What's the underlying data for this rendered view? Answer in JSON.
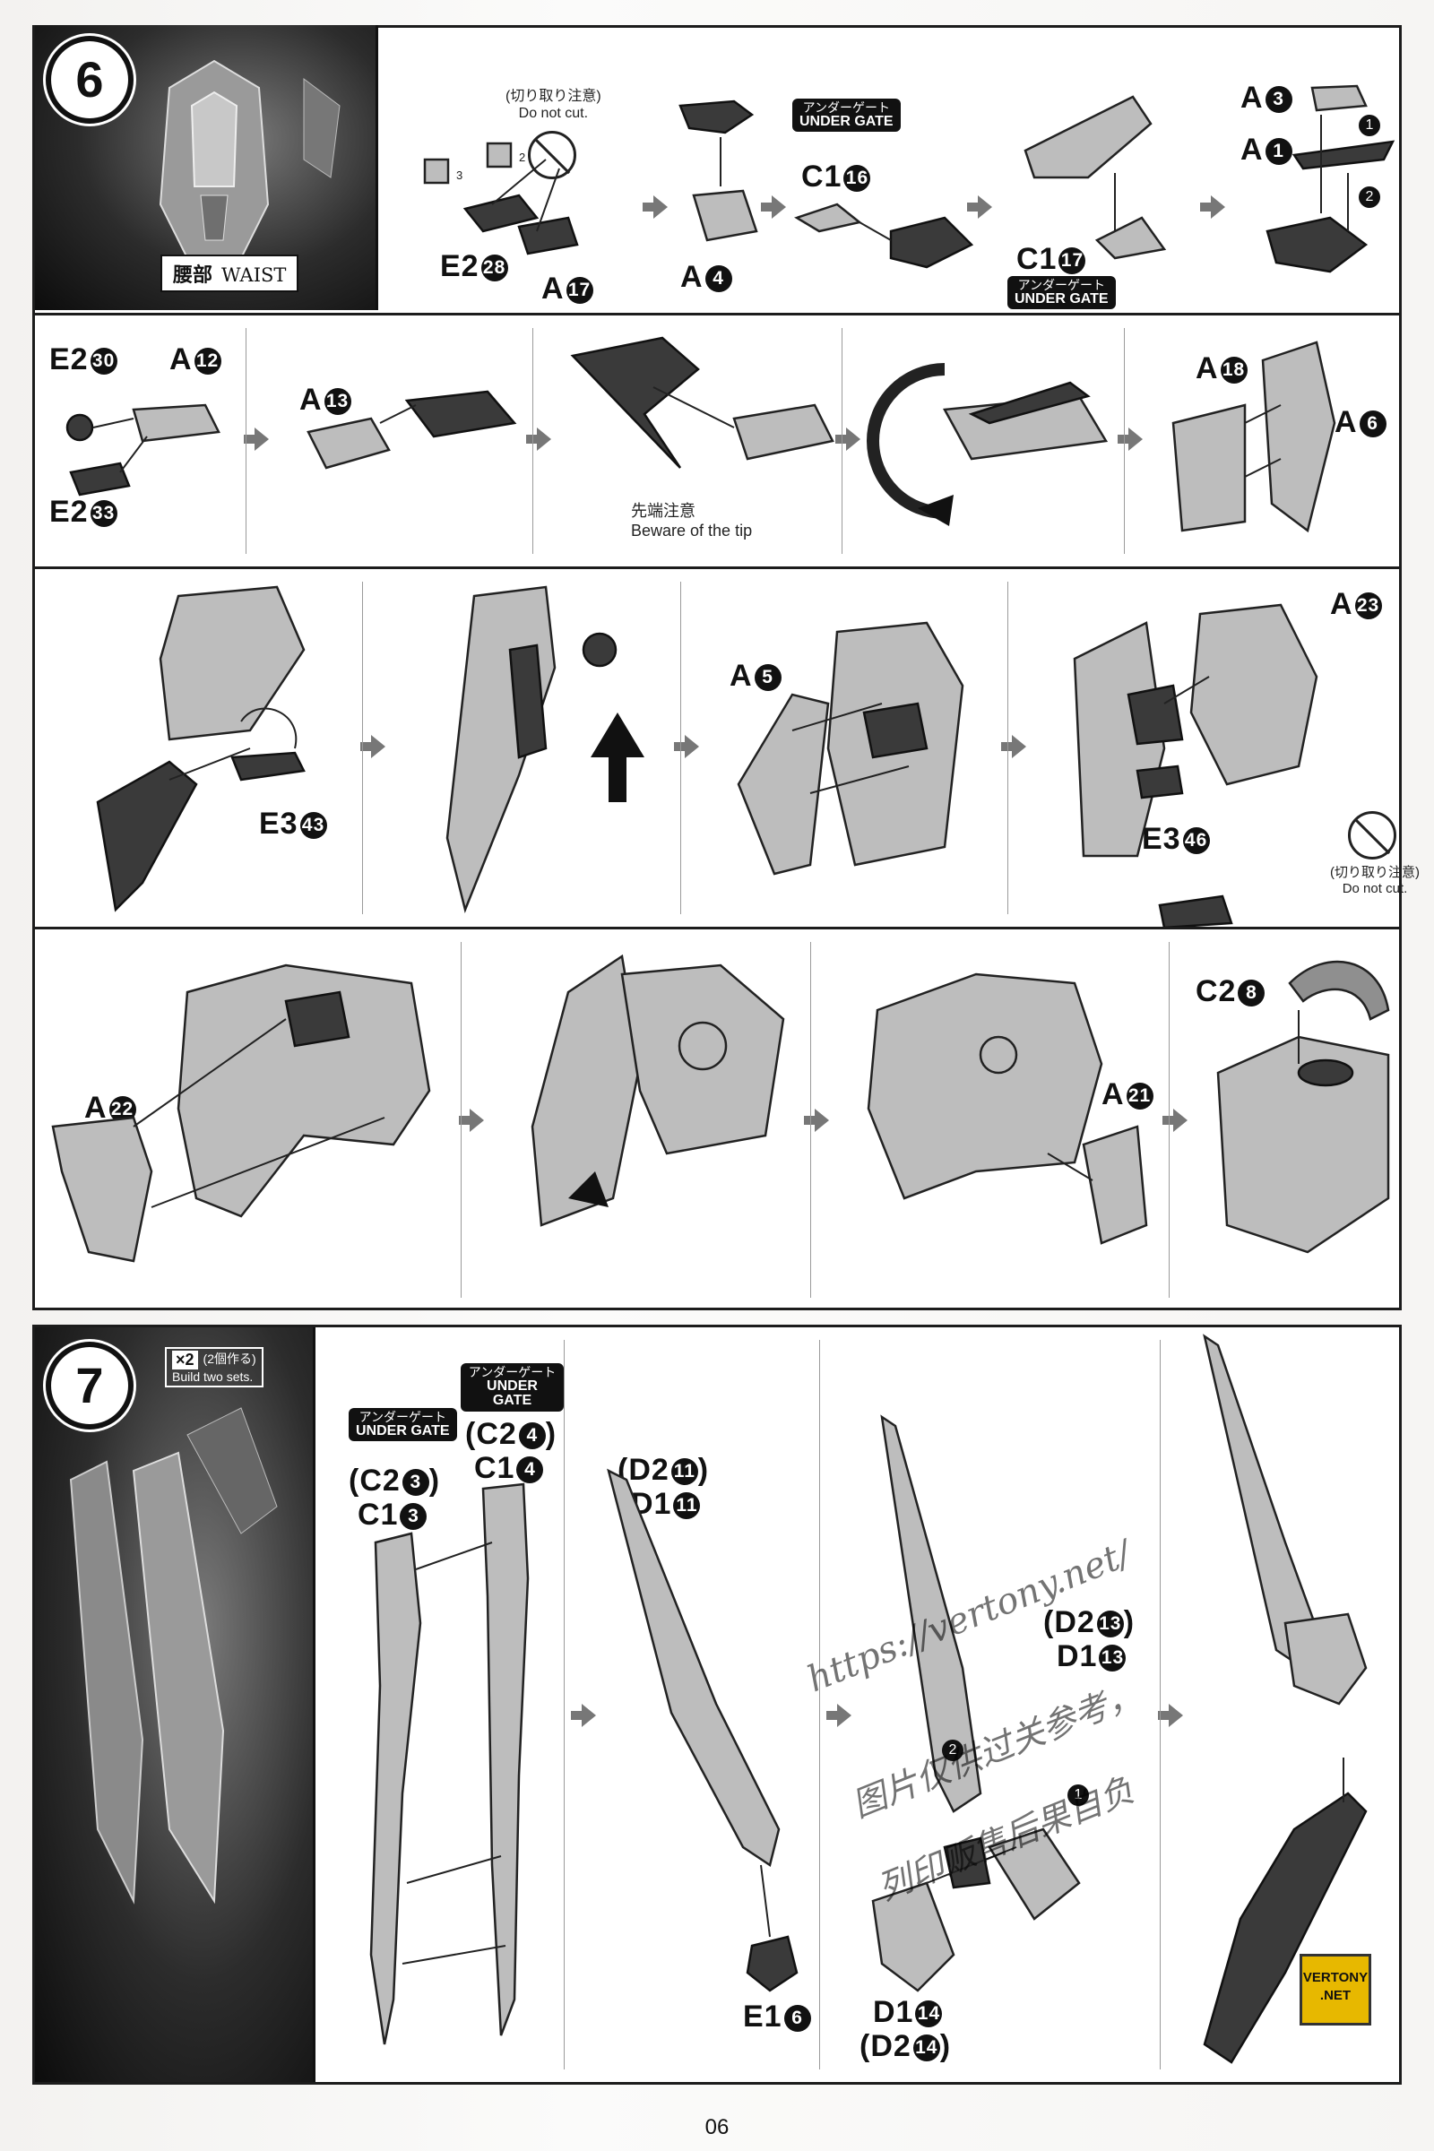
{
  "page_number": "06",
  "step6": {
    "number": "6",
    "section_jp": "腰部",
    "section_en": "WAIST",
    "row1": {
      "do_not_cut_jp": "(切り取り注意)",
      "do_not_cut_en": "Do not cut.",
      "small_steps": [
        "3",
        "2"
      ],
      "labels": {
        "e2_28": "E2",
        "e2_28_n": "28",
        "a17": "A",
        "a17_n": "17",
        "a4": "A",
        "a4_n": "4",
        "c1_16": "C1",
        "c1_16_n": "16",
        "c1_17": "C1",
        "c1_17_n": "17",
        "a3": "A",
        "a3_n": "3",
        "a1": "A",
        "a1_n": "1"
      },
      "under_gate_jp": "アンダーゲート",
      "under_gate_en": "UNDER GATE",
      "order": [
        "1",
        "2"
      ]
    },
    "row2": {
      "labels": {
        "e2_30": "E2",
        "e2_30_n": "30",
        "a12": "A",
        "a12_n": "12",
        "e2_33": "E2",
        "e2_33_n": "33",
        "a13": "A",
        "a13_n": "13",
        "a18": "A",
        "a18_n": "18",
        "a6": "A",
        "a6_n": "6"
      },
      "tip_jp": "先端注意",
      "tip_en": "Beware of the tip"
    },
    "row3": {
      "labels": {
        "e3_43": "E3",
        "e3_43_n": "43",
        "a5": "A",
        "a5_n": "5",
        "a23": "A",
        "a23_n": "23",
        "e3_46": "E3",
        "e3_46_n": "46"
      },
      "do_not_cut_jp": "(切り取り注意)",
      "do_not_cut_en": "Do not cut."
    },
    "row4": {
      "labels": {
        "a22": "A",
        "a22_n": "22",
        "a21": "A",
        "a21_n": "21",
        "c2_8": "C2",
        "c2_8_n": "8"
      }
    }
  },
  "step7": {
    "number": "7",
    "build_count": "×2",
    "build_jp": "(2個作る)",
    "build_en": "Build two sets.",
    "under_gate_jp": "アンダーゲート",
    "under_gate_en": "UNDER GATE",
    "labels": {
      "c2_3": "(C2",
      "c2_3_n": "3",
      "c1_3": "C1",
      "c1_3_n": "3",
      "c2_4": "(C2",
      "c2_4_n": "4",
      "c1_4": "C1",
      "c1_4_n": "4",
      "d2_11": "(D2",
      "d2_11_n": "11",
      "d1_11": "D1",
      "d1_11_n": "11",
      "e1_6": "E1",
      "e1_6_n": "6",
      "d2_13": "(D2",
      "d2_13_n": "13",
      "d1_13": "D1",
      "d1_13_n": "13",
      "d1_14": "D1",
      "d1_14_n": "14",
      "d2_14": "(D2",
      "d2_14_n": "14",
      "close": ")"
    },
    "order": [
      "2",
      "1"
    ]
  },
  "watermark": {
    "url": "https://vertony.net/",
    "line1": "图片仅供过关参考，",
    "line2": "列印贩售后果自负",
    "logo_top": "VERTONY",
    "logo_bottom": ".NET"
  }
}
